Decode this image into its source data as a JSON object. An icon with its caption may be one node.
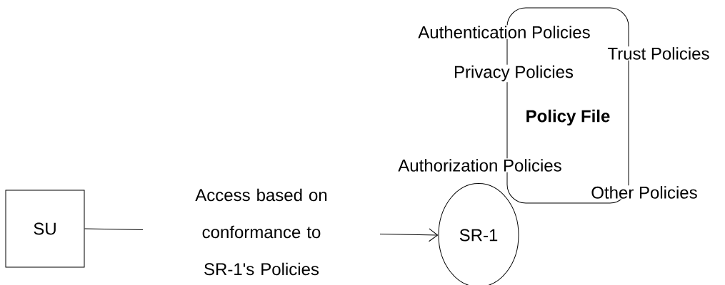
{
  "diagram": {
    "nodes": [
      {
        "text": [
          "SU"
        ]
      },
      {
        "text": [
          "SR-1"
        ]
      },
      {
        "text": [
          "Policy File"
        ]
      }
    ],
    "edges": [
      {
        "from": 0,
        "to": 1,
        "arrow": "to",
        "label": "Access based on conformance to SR-1's Policies"
      }
    ],
    "labels": [
      "Authentication Policies",
      "Trust Policies",
      "Privacy Policies",
      "Authorization Policies",
      "Other Policies"
    ]
  }
}
